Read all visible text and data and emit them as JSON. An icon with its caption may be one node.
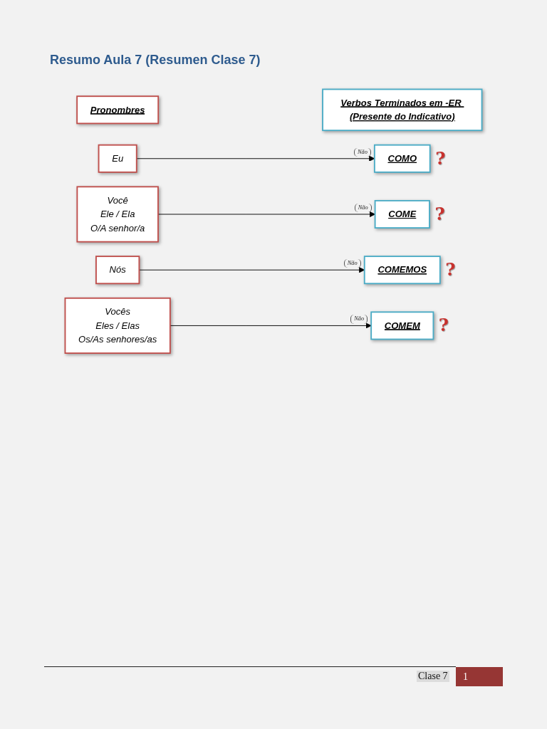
{
  "diagram": {
    "title": "Resumo Aula 7 (Resumen Clase 7)",
    "nodes": [
      {
        "text": [
          "Pronombres"
        ]
      },
      {
        "text": [
          "Verbos Terminados em -ER (Presente do Indicativo)"
        ]
      },
      {
        "text": [
          "Eu"
        ]
      },
      {
        "text": [
          "Você",
          "Ele / Ela",
          "O/A senhor/a"
        ]
      },
      {
        "text": [
          "Nós"
        ]
      },
      {
        "text": [
          "Vocês",
          "Eles / Elas",
          "Os/As senhores/as"
        ]
      },
      {
        "text": [
          "COMO"
        ],
        "beside": [
          "Não",
          "?"
        ]
      },
      {
        "text": [
          "COME"
        ],
        "beside": [
          "Não",
          "?"
        ]
      },
      {
        "text": [
          "COMEMOS"
        ],
        "beside": [
          "Não",
          "?"
        ]
      },
      {
        "text": [
          "COMEM"
        ],
        "beside": [
          "Não",
          "?"
        ]
      }
    ],
    "edges": [
      {
        "from": 2,
        "to": 6,
        "arrow": "to"
      },
      {
        "from": 3,
        "to": 7,
        "arrow": "to"
      },
      {
        "from": 4,
        "to": 8,
        "arrow": "to"
      },
      {
        "from": 5,
        "to": 9,
        "arrow": "to"
      }
    ],
    "labels": [
      "Clase 7",
      "1"
    ]
  }
}
